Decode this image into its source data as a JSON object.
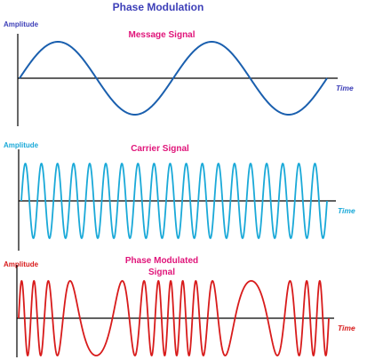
{
  "title": "Phase Modulation",
  "colors": {
    "title": "#3d3fb8",
    "message": "#1a5fae",
    "carrier": "#1aa9d8",
    "modulated": "#d81b1b",
    "message_title": "#e0157a",
    "carrier_title": "#e0157a",
    "modulated_title": "#e0157a",
    "axis": "#000000",
    "top_axis_label": "#3d3fb8",
    "mid_axis_label": "#1aa9d8",
    "bottom_axis_label": "#d81b1b"
  },
  "panels": [
    {
      "id": "message",
      "title": "Message Signal",
      "ylabel": "Amplitude",
      "xlabel": "Time",
      "waveform": "sine",
      "cycles": 2
    },
    {
      "id": "carrier",
      "title": "Carrier Signal",
      "ylabel": "Amplitude",
      "xlabel": "Time",
      "waveform": "sine",
      "cycles": 19
    },
    {
      "id": "modulated",
      "title_line1": "Phase Modulated",
      "title_line2": "Signal",
      "ylabel": "Amplitude",
      "xlabel": "Time",
      "waveform": "phase-modulated sine"
    }
  ]
}
